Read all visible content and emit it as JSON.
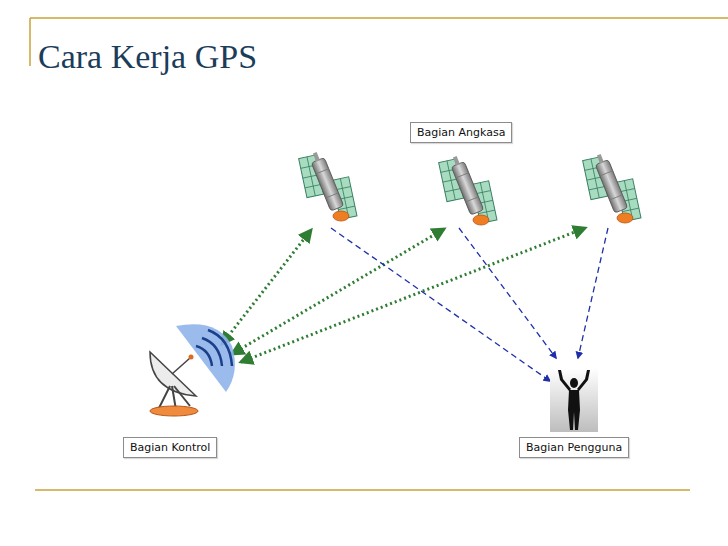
{
  "diagram": {
    "title": "Cara Kerja GPS",
    "nodes": [
      {
        "text": [
          "Bagian Angkasa"
        ]
      },
      {
        "text": [
          "Bagian Kontrol"
        ]
      },
      {
        "text": [
          "Bagian Pengguna"
        ]
      }
    ]
  }
}
